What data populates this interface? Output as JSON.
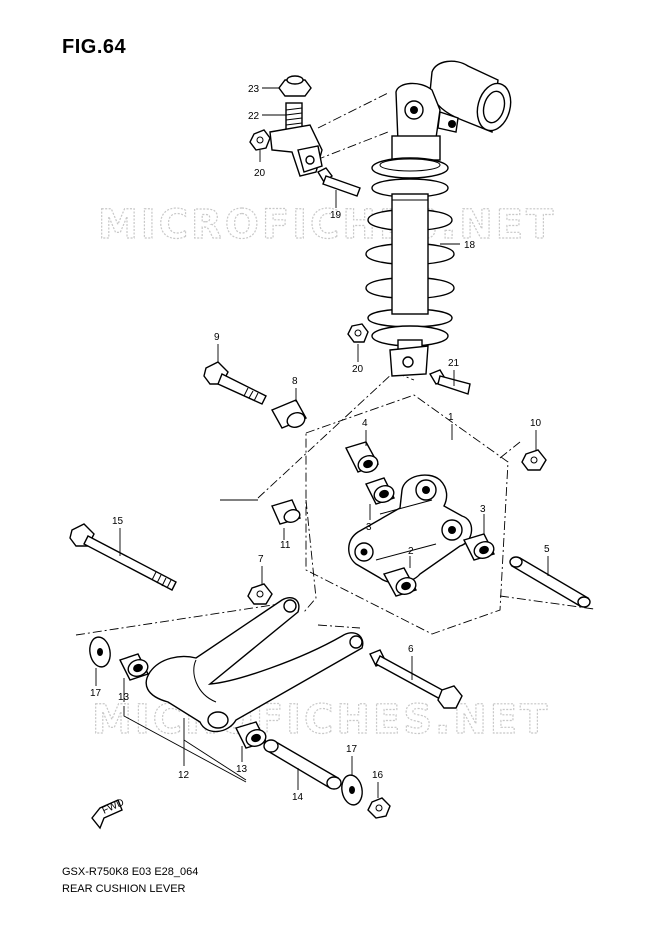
{
  "figure": {
    "title": "FIG.64",
    "model_code": "GSX-R750K8 E03 E28_064",
    "caption": "REAR CUSHION LEVER"
  },
  "watermark": {
    "text": "MICROFICHES.NET"
  },
  "direction_marker": {
    "text": "FWD"
  },
  "callouts": [
    "23",
    "22",
    "20",
    "19",
    "18",
    "20",
    "21",
    "9",
    "8",
    "1",
    "4",
    "10",
    "3",
    "11",
    "3",
    "2",
    "7",
    "5",
    "15",
    "6",
    "17",
    "13",
    "12",
    "13",
    "14",
    "17",
    "16"
  ]
}
